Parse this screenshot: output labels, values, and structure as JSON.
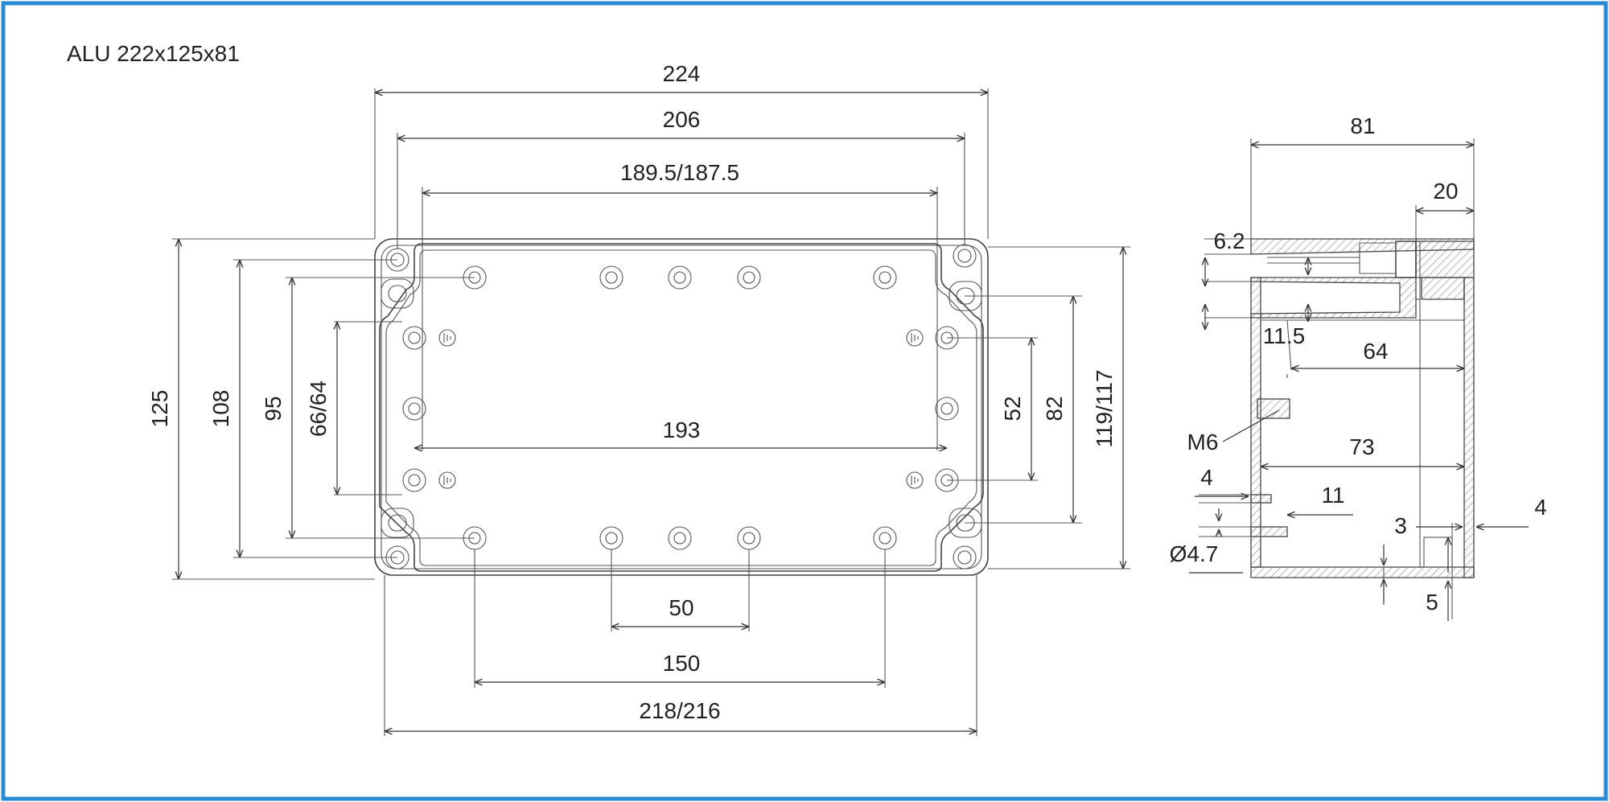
{
  "title": "ALU 222x125x81",
  "colors": {
    "frame": "#2a8ad3",
    "line": "#333333"
  },
  "front_view": {
    "width_overall": "224",
    "width_holes": "206",
    "width_inner": "189.5/187.5",
    "inner_span": "193",
    "spacing_small": "50",
    "spacing_large": "150",
    "width_base": "218/216",
    "height_overall": "125",
    "height_holes": "108",
    "height_95": "95",
    "height_inner": "66/64",
    "height_52": "52",
    "height_82": "82",
    "height_body": "119/117",
    "ground_symbols": [
      "ground-icon",
      "ground-icon",
      "ground-icon",
      "ground-icon"
    ]
  },
  "side_view": {
    "depth_overall": "81",
    "lid_depth": "20",
    "dim_6_2": "6.2",
    "dim_11_5": "11.5",
    "dim_64": "64",
    "thread": "M6",
    "dim_73": "73",
    "dim_4_left": "4",
    "dim_11": "11",
    "dim_hole": "Ø4.7",
    "dim_3": "3",
    "dim_4_right": "4",
    "dim_5": "5"
  }
}
